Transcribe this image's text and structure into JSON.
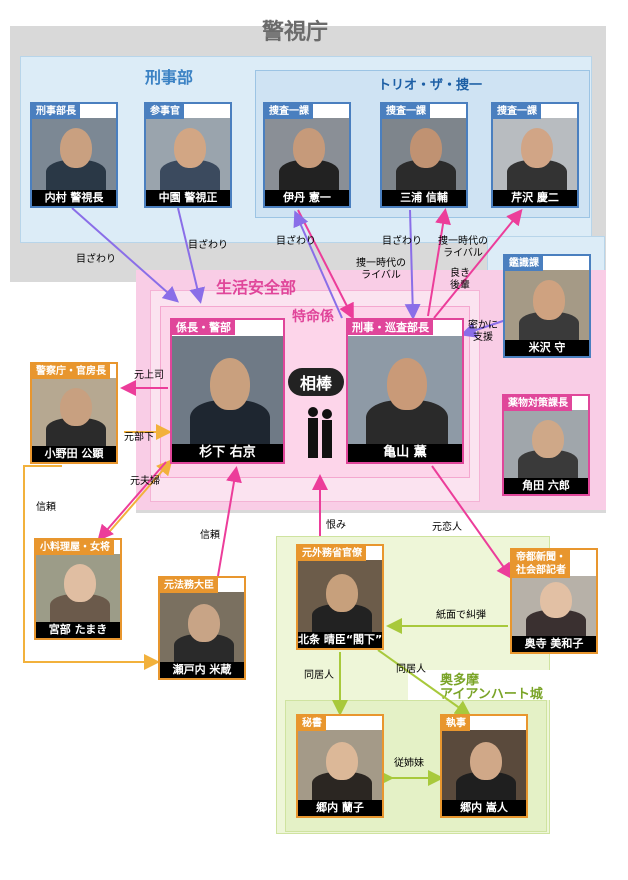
{
  "regions": {
    "keishicho": "警視庁",
    "keijibu": "刑事部",
    "trio": "トリオ・ザ・捜一",
    "seikatsu": "生活安全部",
    "tokumei": "特命係",
    "okutama": "奥多摩\nアイアンハート城"
  },
  "center_label": "相棒",
  "people": {
    "uchimura": {
      "role": "刑事部長",
      "name": "内村 警視長"
    },
    "nakazono": {
      "role": "参事官",
      "name": "中園 警視正"
    },
    "itami": {
      "role": "捜査一課",
      "name": "伊丹 憲一"
    },
    "miura": {
      "role": "捜査一課",
      "name": "三浦 信輔"
    },
    "serizawa": {
      "role": "捜査一課",
      "name": "芹沢 慶二"
    },
    "yonezawa": {
      "role": "鑑識課",
      "name": "米沢 守"
    },
    "sugishita": {
      "role": "係長・警部",
      "name": "杉下 右京"
    },
    "kameyama": {
      "role": "刑事・巡査部長",
      "name": "亀山 薫"
    },
    "onoda": {
      "role": "警察庁・官房長",
      "name": "小野田 公顕"
    },
    "kakuta": {
      "role": "薬物対策課長",
      "name": "角田 六郎"
    },
    "miyabe": {
      "role": "小料理屋・女将",
      "name": "宮部 たまき"
    },
    "setouchi": {
      "role": "元法務大臣",
      "name": "瀬戸内 米蔵"
    },
    "hojo": {
      "role": "元外務省官僚",
      "name": "北条 晴臣“閣下”"
    },
    "okudera": {
      "role": "帝都新聞・\n社会部記者",
      "name": "奥寺 美和子"
    },
    "gounai_ranko": {
      "role": "秘書",
      "name": "郷内 蘭子"
    },
    "gounai_takato": {
      "role": "執事",
      "name": "郷内 嵩人"
    }
  },
  "relations": {
    "mezawari1": "目ざわり",
    "mezawari2": "目ざわり",
    "mezawari3": "目ざわり",
    "mezawari4": "目ざわり",
    "rival1": "捜一時代の\nライバル",
    "rival2": "捜一時代の\nライバル",
    "kohai": "良き\n後輩",
    "shien": "密かに\n支援",
    "motojoshi": "元上司",
    "motobuka": "元部下",
    "motofufu": "元夫婦",
    "shinrai1": "信頼",
    "shinrai2": "信頼",
    "urami": "恨み",
    "motokoibito": "元恋人",
    "shimen": "紙面で糾弾",
    "dokyonin1": "同居人",
    "dokyonin2": "同居人",
    "itoko": "従姉妹"
  },
  "colors": {
    "gray_region": "#d9d9d9",
    "blue_region": "#dcecf7",
    "blue_text": "#3b82c4",
    "pink_region": "#f9cde6",
    "pink_text": "#e0469a",
    "green_region": "#eef6d8",
    "green_text": "#7aa428",
    "orange_border": "#e8962e",
    "arrow_purple": "#8a6ee8",
    "arrow_pink": "#ec3d9a",
    "arrow_orange": "#f2b13c",
    "arrow_green": "#a8c93c"
  }
}
